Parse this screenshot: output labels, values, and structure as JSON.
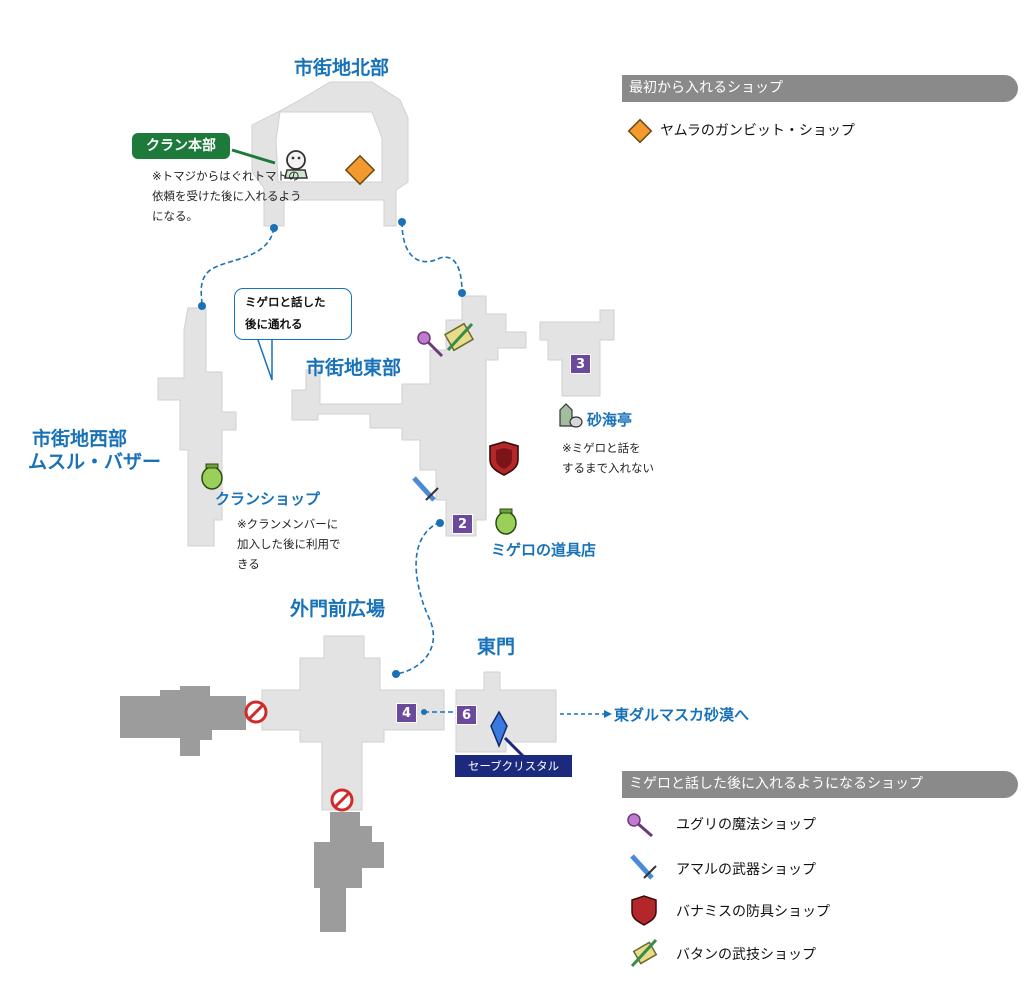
{
  "areas": {
    "north": "市街地北部",
    "east": "市街地東部",
    "west_line1": "市街地西部",
    "west_line2": "ムスル・バザー",
    "plaza": "外門前広場",
    "east_gate": "東門"
  },
  "labels": {
    "clan_hq": "クラン本部",
    "clan_hq_note": [
      "※トマジからはぐれトマトの",
      "依頼を受けた後に入れるよう",
      "になる。"
    ],
    "callout": [
      "ミゲロと話した",
      "後に通れる"
    ],
    "sakaitei": "砂海亭",
    "sakaitei_note": [
      "※ミゲロと話を",
      "するまで入れない"
    ],
    "clan_shop": "クランショップ",
    "clan_shop_note": [
      "※クランメンバーに",
      "加入した後に利用で",
      "きる"
    ],
    "migelo_shop": "ミゲロの道具店",
    "save_crystal": "セーブクリスタル",
    "exit_east": "東ダルマスカ砂漠へ"
  },
  "zones": [
    "3",
    "2",
    "4",
    "6"
  ],
  "legend": {
    "initial_header": "最初から入れるショップ",
    "initial_items": [
      {
        "icon": "diamond-icon",
        "label": "ヤムラのガンビット・ショップ",
        "color": "#f39a2e"
      }
    ],
    "after_header": "ミゲロと話した後に入れるようになるショップ",
    "after_items": [
      {
        "icon": "magic-wand-icon",
        "label": "ユグリの魔法ショップ",
        "color": "#b05cc0"
      },
      {
        "icon": "sword-icon",
        "label": "アマルの武器ショップ",
        "color": "#3a7dd0"
      },
      {
        "icon": "shield-icon",
        "label": "バナミスの防具ショップ",
        "color": "#b3262a"
      },
      {
        "icon": "technick-icon",
        "label": "バタンの武技ショップ",
        "color": "#d9c23a"
      }
    ]
  },
  "colors": {
    "route": "#1872b8",
    "map_fill": "#e3e3e3",
    "map_stroke": "#cfcfcf",
    "locked_area": "#9c9c9c",
    "zone_badge": "#6b4a9c"
  }
}
